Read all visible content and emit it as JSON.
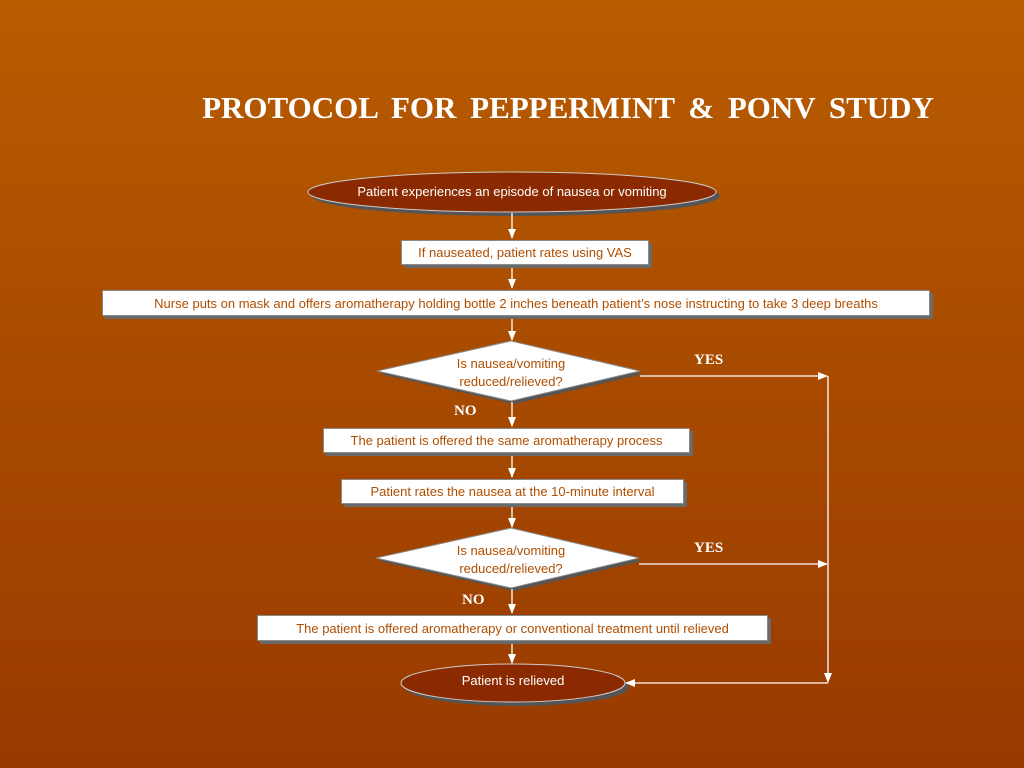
{
  "title": "PROTOCOL  FOR  PEPPERMINT & PONV  STUDY",
  "nodes": {
    "start": "Patient experiences an episode of nausea or vomiting",
    "rate_vas": "If nauseated, patient rates using VAS",
    "nurse": "Nurse puts on mask and offers  aromatherapy holding bottle 2 inches beneath patient’s nose instructing to take 3 deep breaths",
    "decision1": "Is nausea/vomiting reduced/relieved?",
    "same_process": "The patient is offered the same aromatherapy process",
    "rate_10min": "Patient rates the nausea at the 10-minute interval",
    "decision2": "Is nausea/vomiting reduced/relieved?",
    "conventional": "The patient is offered aromatherapy or conventional treatment until relieved",
    "end": "Patient is relieved"
  },
  "labels": {
    "yes1": "YES",
    "no1": "NO",
    "yes2": "YES",
    "no2": "NO"
  },
  "colors": {
    "background_top": "#b85c00",
    "background_bottom": "#993a00",
    "oval_fill": "#8b2a00",
    "box_text": "#b04e00",
    "connector": "#ffffff"
  }
}
